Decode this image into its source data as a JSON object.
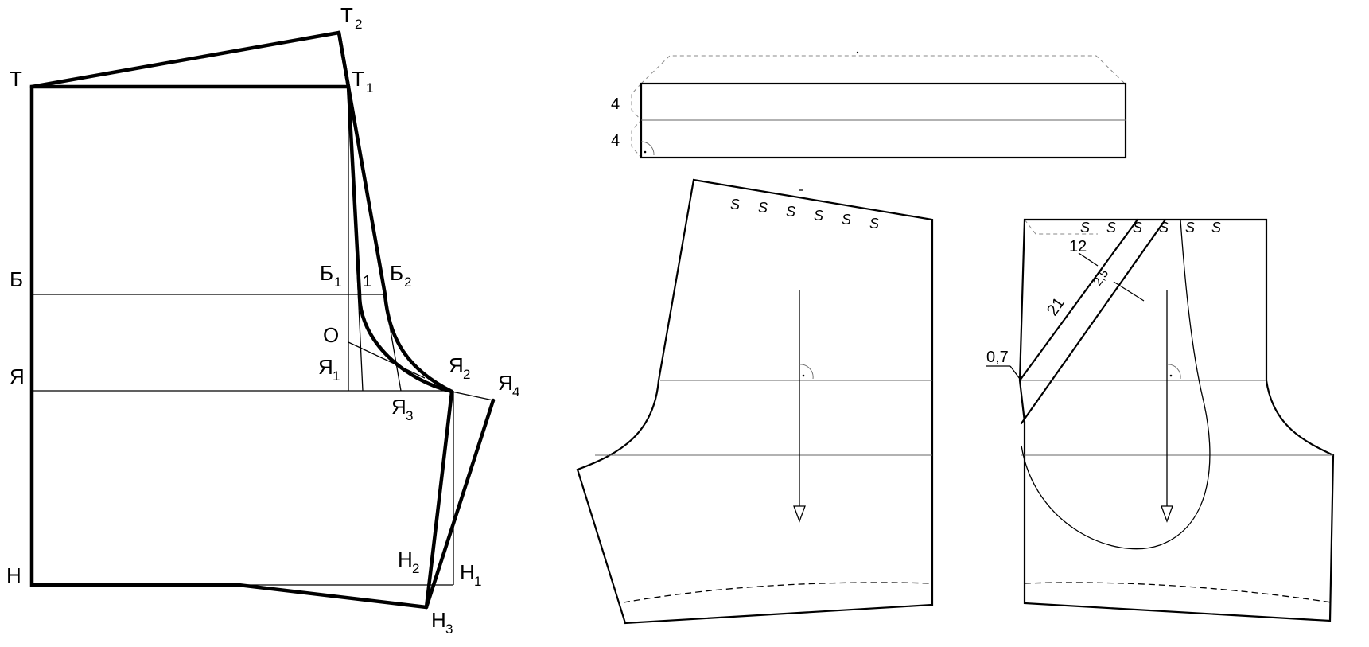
{
  "draft": {
    "points": {
      "T": {
        "letter": "Т",
        "sub": ""
      },
      "T1": {
        "letter": "Т",
        "sub": "1"
      },
      "T2": {
        "letter": "Т",
        "sub": "2"
      },
      "B": {
        "letter": "Б",
        "sub": ""
      },
      "B1": {
        "letter": "Б",
        "sub": "1"
      },
      "B2": {
        "letter": "Б",
        "sub": "2"
      },
      "O": {
        "letter": "О",
        "sub": ""
      },
      "Ya": {
        "letter": "Я",
        "sub": ""
      },
      "Ya1": {
        "letter": "Я",
        "sub": "1"
      },
      "Ya2": {
        "letter": "Я",
        "sub": "2"
      },
      "Ya3": {
        "letter": "Я",
        "sub": "3"
      },
      "Ya4": {
        "letter": "Я",
        "sub": "4"
      },
      "N": {
        "letter": "Н",
        "sub": ""
      },
      "N1": {
        "letter": "Н",
        "sub": "1"
      },
      "N2": {
        "letter": "Н",
        "sub": "2"
      },
      "N3": {
        "letter": "Н",
        "sub": "3"
      }
    },
    "measure_1": "1"
  },
  "waistband": {
    "dim_top": "4",
    "dim_bottom": "4"
  },
  "front_piece": {
    "gather_mark": "S"
  },
  "back_piece": {
    "gather_mark": "S",
    "dim_12": "12",
    "dim_25": "2,5",
    "dim_21": "21",
    "dim_07": "0,7"
  }
}
